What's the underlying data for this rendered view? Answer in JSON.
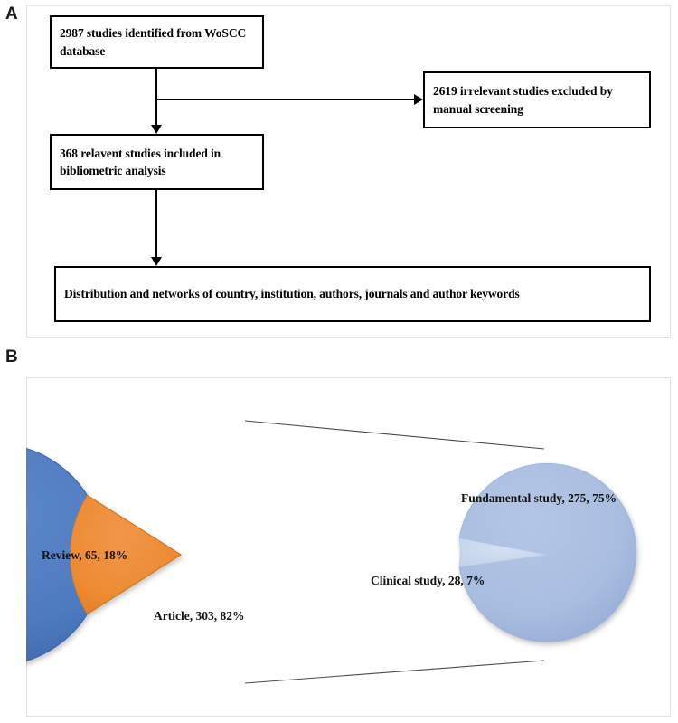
{
  "figure": {
    "panel_a_letter": "A",
    "panel_b_letter": "B"
  },
  "flowchart": {
    "boxes": [
      {
        "id": "identified",
        "line1": "2987 studies identified from",
        "line2": "WoSCC database"
      },
      {
        "id": "excluded",
        "line1": "2619 irrelevant studies excluded",
        "line2": "by manual screening"
      },
      {
        "id": "included",
        "line1": "368 relavent studies included",
        "line2": "in bibliometric analysis"
      },
      {
        "id": "outcome",
        "line1": "Distribution and networks of country, institution, authors, journals and author keywords",
        "line2": ""
      }
    ],
    "identified_text": "2987 studies identified from WoSCC database",
    "excluded_text": "2619 irrelevant studies excluded by manual screening",
    "included_text": "368 relavent studies included in bibliometric analysis",
    "outcome_text": "Distribution and networks of country, institution, authors, journals and author keywords"
  },
  "chart_data": [
    {
      "type": "pie",
      "name": "document-type-pie",
      "title": "",
      "categories": [
        "Article",
        "Review"
      ],
      "values": [
        303,
        65
      ],
      "percents": [
        82,
        18
      ],
      "labels": [
        "Article, 303, 82%",
        "Review, 65, 18%"
      ],
      "colors": [
        "#4E7AC0",
        "#ED8B33"
      ],
      "legend": "none"
    },
    {
      "type": "pie",
      "name": "study-type-pie",
      "title": "",
      "categories": [
        "Fundamental study",
        "Clinical study"
      ],
      "values": [
        275,
        28
      ],
      "percents": [
        75,
        7
      ],
      "labels": [
        "Fundamental study, 275, 75%",
        "Clinical study, 28, 7%"
      ],
      "colors": [
        "#A9BDE0",
        "#C8D6EC"
      ],
      "legend": "none"
    }
  ],
  "pie_left": {
    "article_label": "Article, 303, 82%",
    "review_label": "Review, 65, 18%"
  },
  "pie_right": {
    "fundamental_label": "Fundamental study, 275, 75%",
    "clinical_label": "Clinical study, 28, 7%"
  },
  "colors": {
    "pie_blue": "#4E7AC0",
    "pie_orange": "#ED8B33",
    "pie_light_blue": "#A9BDE0",
    "pie_pale_blue": "#C8D6EC",
    "frame_border": "#E3E3E3",
    "line_black": "#000000"
  }
}
